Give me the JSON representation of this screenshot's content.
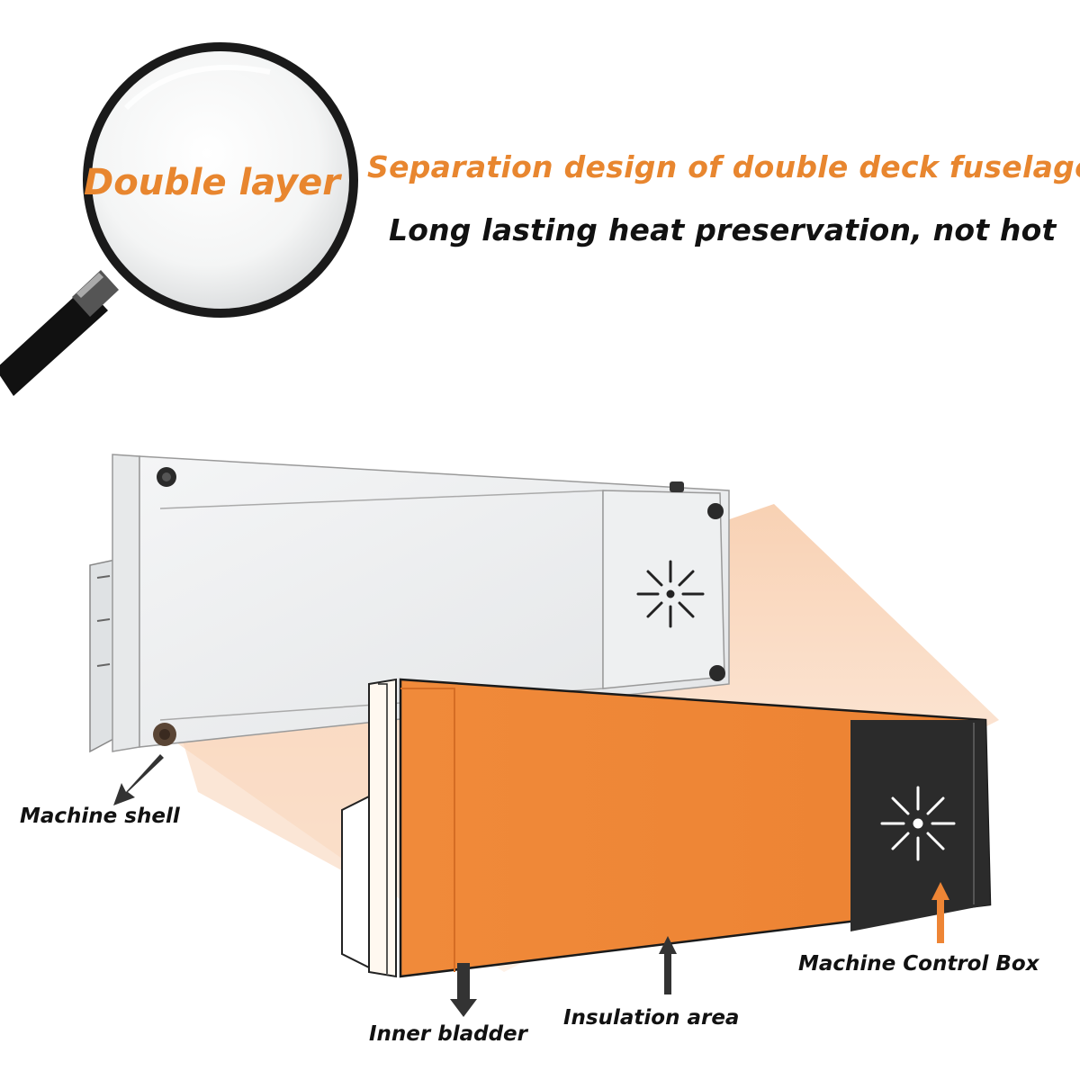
{
  "header": {
    "magnifier_text": "Double layer",
    "headline": "Separation design of double deck fuselage",
    "subline": "Long lasting heat preservation, not hot"
  },
  "labels": {
    "machine_shell": "Machine shell",
    "inner_bladder": "Inner bladder",
    "insulation_area": "Insulation area",
    "machine_control_box": "Machine Control Box"
  },
  "colors": {
    "accent_orange": "#e8862f",
    "insulation_fill": "#ee8535",
    "control_box": "#2b2b2b",
    "text_dark": "#111111"
  },
  "icons": [
    "magnifier-icon",
    "starburst-icon",
    "arrow-icon"
  ]
}
